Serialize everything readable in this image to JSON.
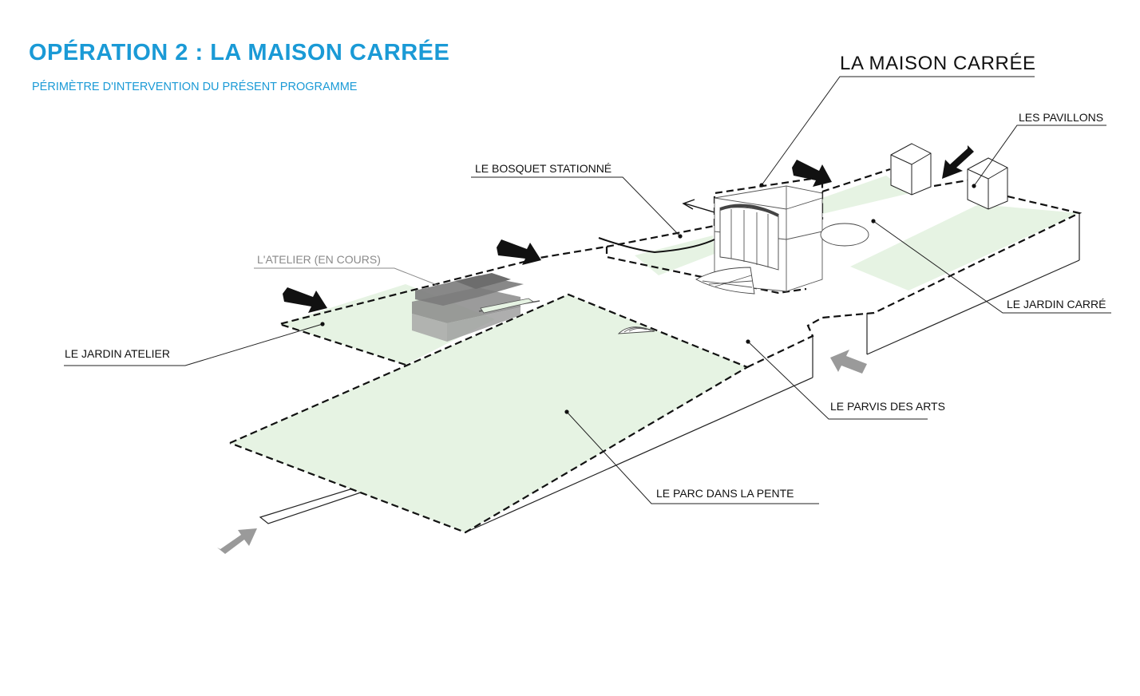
{
  "header": {
    "title": "OPÉRATION 2 : LA MAISON CARRÉE",
    "subtitle": "PÉRIMÈTRE D'INTERVENTION DU PRÉSENT PROGRAMME"
  },
  "colors": {
    "accent_blue": "#1a9ad6",
    "garden_fill": "#e6f3e3",
    "perimeter_line": "#111111",
    "building_grey": "#8c8c8c",
    "access_arrow_black": "#111111",
    "access_arrow_grey": "#9a9a9a",
    "label_grey": "#8a8a8a"
  },
  "labels": {
    "maison_carree": "LA MAISON CARRÉE",
    "pavillons": "LES PAVILLONS",
    "bosquet": "LE BOSQUET STATIONNÉ",
    "atelier": "L'ATELIER (EN COURS)",
    "jardin_atelier": "LE JARDIN ATELIER",
    "jardin_carre": "LE JARDIN CARRÉ",
    "parvis": "LE PARVIS DES ARTS",
    "parc": "LE PARC DANS LA PENTE"
  }
}
